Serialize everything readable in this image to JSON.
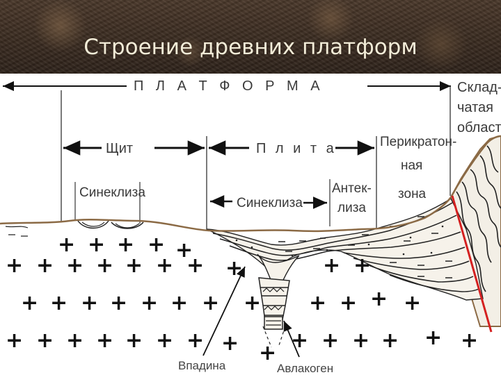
{
  "title": "Строение древних платформ",
  "labels": {
    "platform": "П Л А Т Ф О Р М А",
    "fold_area": [
      "Склад-",
      "чатая",
      "область"
    ],
    "shield": "Щит",
    "plate": "П л и т а",
    "pericraton": [
      "Перикратон-",
      "ная",
      "зона"
    ],
    "syneclise_left": "Синеклиза",
    "syneclise_mid": "Синеклиза",
    "anteclise": [
      "Антек-",
      "лиза"
    ],
    "depression": "Впадина",
    "aulacogen": "Авлакоген"
  },
  "colors": {
    "banner": "#3a2b20",
    "title": "#f2ecd8",
    "surface": "#8b6a45",
    "fault": "#d42020",
    "ink": "#111111"
  }
}
